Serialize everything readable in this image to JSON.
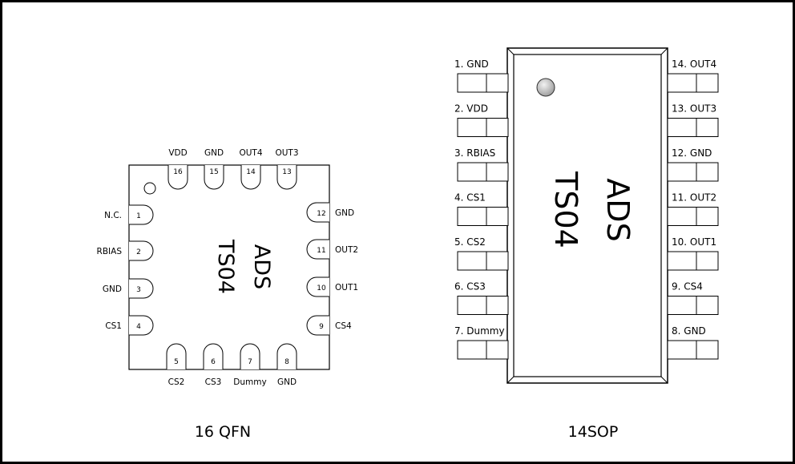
{
  "qfn": {
    "caption": "16 QFN",
    "marking": [
      "ADS",
      "TS04"
    ],
    "pins": [
      {
        "num": "1",
        "name": "N.C."
      },
      {
        "num": "2",
        "name": "RBIAS"
      },
      {
        "num": "3",
        "name": "GND"
      },
      {
        "num": "4",
        "name": "CS1"
      },
      {
        "num": "5",
        "name": "CS2"
      },
      {
        "num": "6",
        "name": "CS3"
      },
      {
        "num": "7",
        "name": "Dummy"
      },
      {
        "num": "8",
        "name": "GND"
      },
      {
        "num": "9",
        "name": "CS4"
      },
      {
        "num": "10",
        "name": "OUT1"
      },
      {
        "num": "11",
        "name": "OUT2"
      },
      {
        "num": "12",
        "name": "GND"
      },
      {
        "num": "13",
        "name": "OUT3"
      },
      {
        "num": "14",
        "name": "OUT4"
      },
      {
        "num": "15",
        "name": "GND"
      },
      {
        "num": "16",
        "name": "VDD"
      }
    ]
  },
  "sop": {
    "caption": "14SOP",
    "marking": [
      "ADS",
      "TS04"
    ],
    "pins": [
      {
        "label": "1. GND"
      },
      {
        "label": "2. VDD"
      },
      {
        "label": "3. RBIAS"
      },
      {
        "label": "4. CS1"
      },
      {
        "label": "5. CS2"
      },
      {
        "label": "6. CS3"
      },
      {
        "label": "7. Dummy"
      },
      {
        "label": "8. GND"
      },
      {
        "label": "9. CS4"
      },
      {
        "label": "10. OUT1"
      },
      {
        "label": "11. OUT2"
      },
      {
        "label": "12. GND"
      },
      {
        "label": "13. OUT3"
      },
      {
        "label": "14. OUT4"
      }
    ]
  }
}
